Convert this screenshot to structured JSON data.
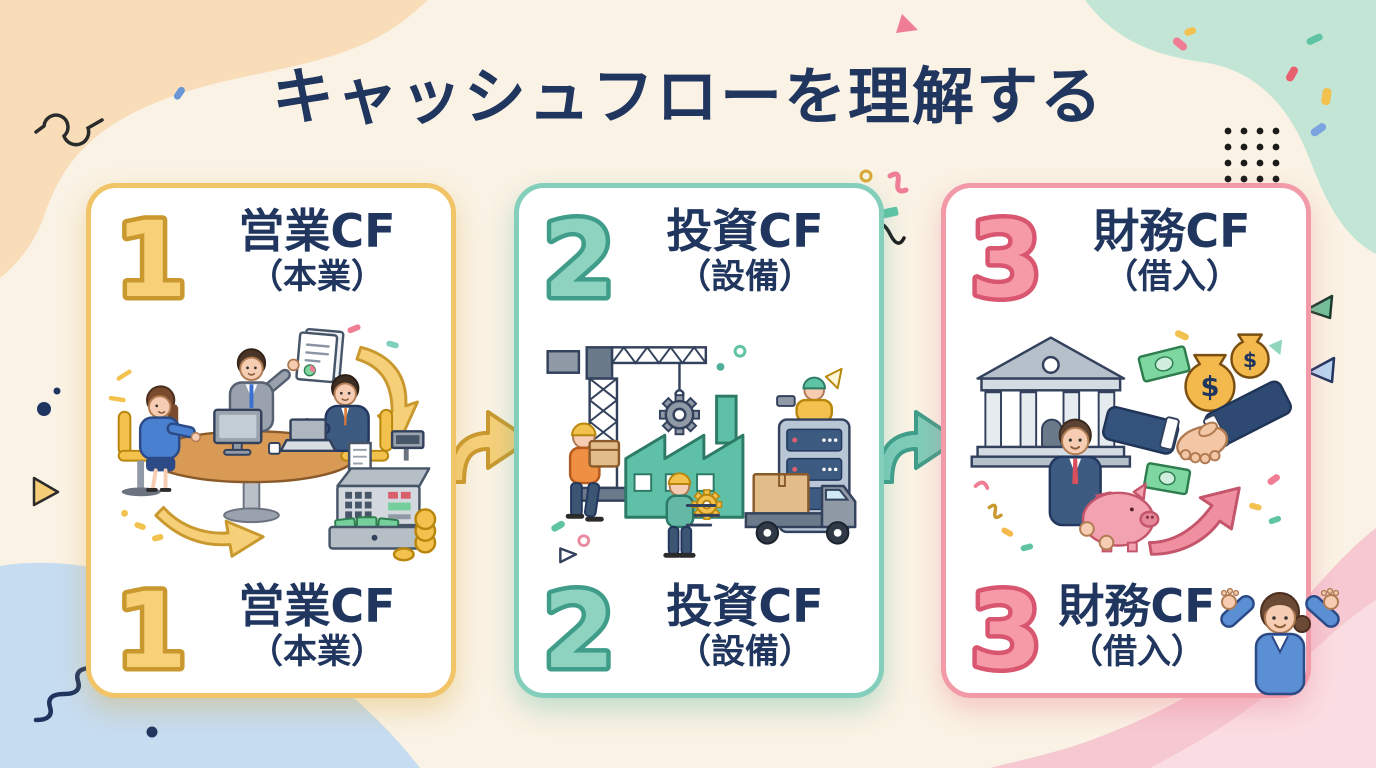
{
  "title": "キャッシュフローを理解する",
  "colors": {
    "bg": "#faf2e4",
    "navy": "#20365e",
    "card1-accent": "#f0c467",
    "card1-fill": "#f8d078",
    "card1-stroke": "#c9992f",
    "card2-accent": "#84cfbc",
    "card2-fill": "#8ed3c0",
    "card2-stroke": "#3f9d89",
    "card3-accent": "#f29aa7",
    "card3-fill": "#f79aa8",
    "card3-stroke": "#d95670",
    "blob-peach": "#f8ddb8",
    "blob-mint": "#c2e5d6",
    "blob-blue": "#c6dcf0",
    "blob-pink": "#f6c9d2"
  },
  "cards": [
    {
      "number": "1",
      "title": "営業CF",
      "subtitle": "（本業）",
      "footer_number": "1",
      "footer_title": "営業CF",
      "footer_subtitle": "（本業）",
      "illustration": "office-team-and-cash-register"
    },
    {
      "number": "2",
      "title": "投資CF",
      "subtitle": "（設備）",
      "footer_number": "2",
      "footer_title": "投資CF",
      "footer_subtitle": "（設備）",
      "illustration": "construction-factory-and-equipment"
    },
    {
      "number": "3",
      "title": "財務CF",
      "subtitle": "（借入）",
      "footer_number": "3",
      "footer_title": "財務CF",
      "footer_subtitle": "（借入）",
      "illustration": "bank-loan-and-handshake"
    }
  ],
  "decor": {
    "money_bag_symbol": "$"
  }
}
